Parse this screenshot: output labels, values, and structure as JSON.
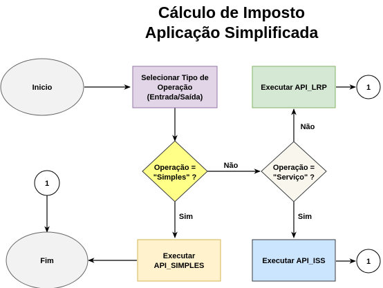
{
  "title": {
    "line1": "Cálculo de Imposto",
    "line2": "Aplicação Simplificada"
  },
  "nodes": {
    "inicio": "Inicio",
    "fim": "Fim",
    "selecionar_l1": "Selecionar Tipo de",
    "selecionar_l2": "Operação",
    "selecionar_l3": "(Entrada/Saída)",
    "dec_simples_l1": "Operação =",
    "dec_simples_l2": "\"Simples\" ?",
    "dec_servico_l1": "Operação =",
    "dec_servico_l2": "\"Serviço\" ?",
    "api_lrp": "Executar API_LRP",
    "api_iss": "Executar API_ISS",
    "api_simples_l1": "Executar",
    "api_simples_l2": "API_SIMPLES",
    "connector_lrp": "1",
    "connector_iss": "1",
    "connector_fim": "1"
  },
  "edge_labels": {
    "simples_nao": "Não",
    "simples_sim": "Sim",
    "servico_nao": "Não",
    "servico_sim": "Sim"
  },
  "colors": {
    "terminal_fill": "#f2f2f2",
    "terminal_stroke": "#666666",
    "select_fill": "#e1d5e7",
    "select_stroke": "#9673a6",
    "simples_decision_fill": "#ffff88",
    "simples_decision_stroke": "#36393d",
    "servico_decision_fill": "#f9f7ed",
    "servico_decision_stroke": "#36393d",
    "lrp_fill": "#d5e8d4",
    "lrp_stroke": "#82b366",
    "iss_fill": "#cce5ff",
    "iss_stroke": "#36393d",
    "api_simples_fill": "#fff2cc",
    "api_simples_stroke": "#d6b656"
  }
}
